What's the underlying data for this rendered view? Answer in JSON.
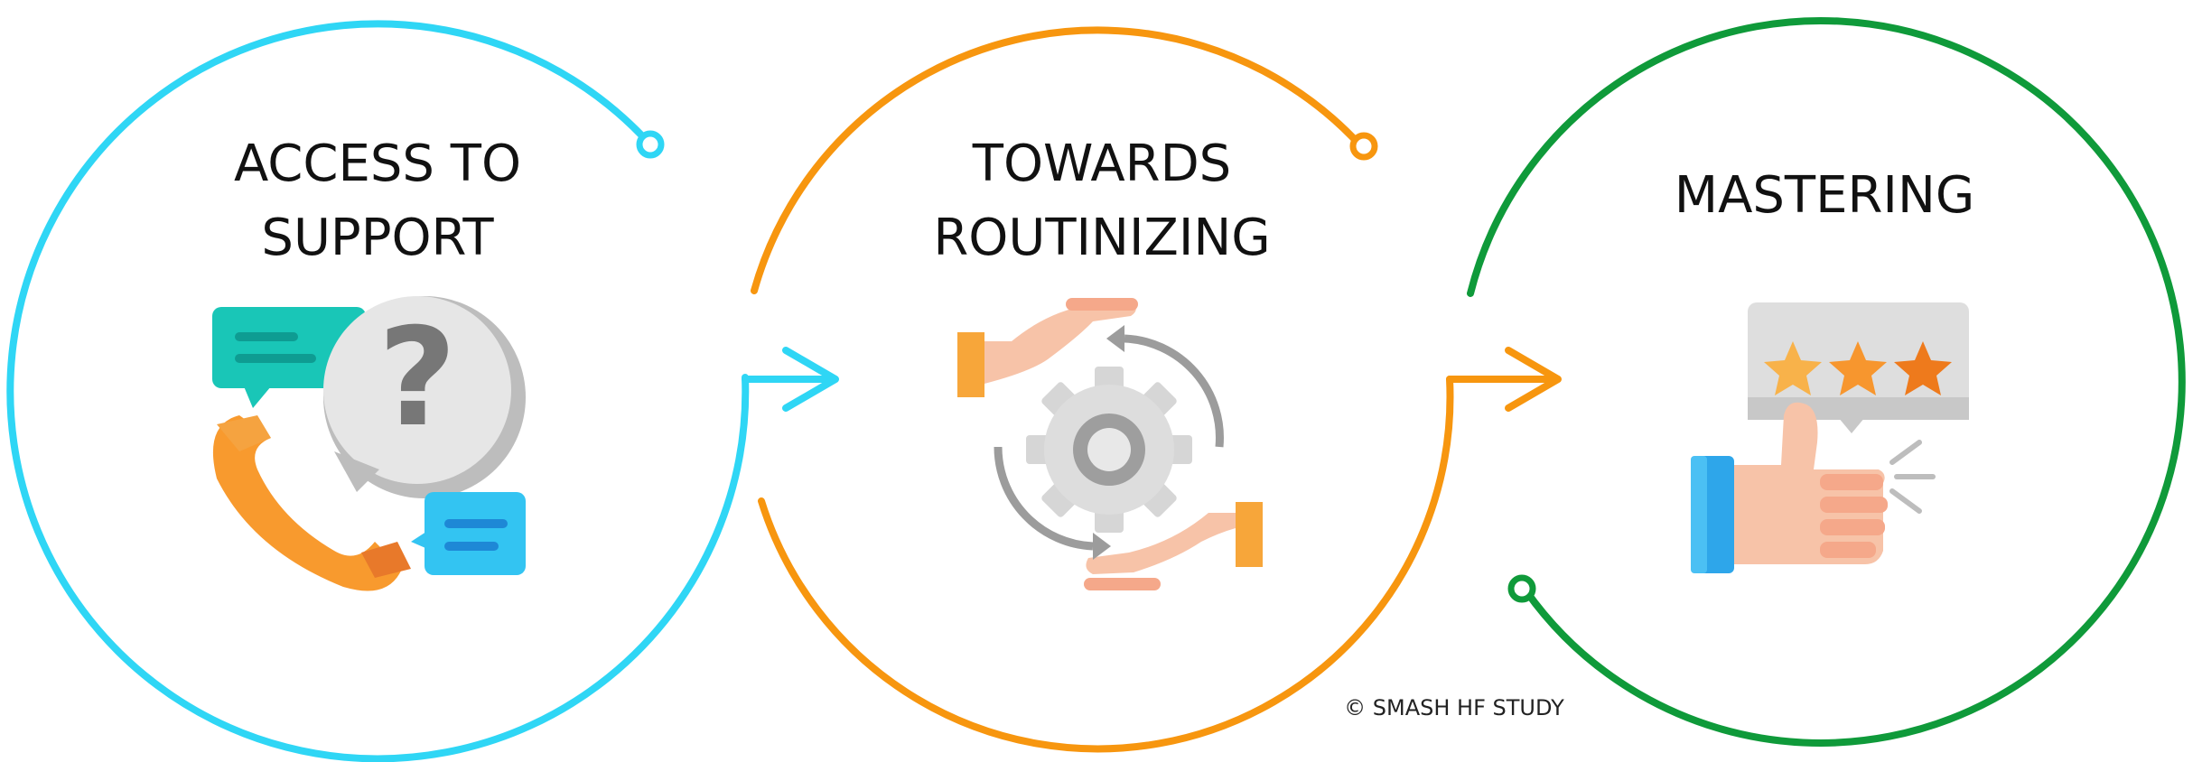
{
  "stages": [
    {
      "title_line1": "ACCESS TO",
      "title_line2": "SUPPORT",
      "color": "#2FD6F5",
      "icon": "support-call-icon"
    },
    {
      "title_line1": "TOWARDS",
      "title_line2": "ROUTINIZING",
      "color": "#F7960F",
      "icon": "routine-gear-hands-icon"
    },
    {
      "title_line1": "MASTERING",
      "title_line2": "",
      "color": "#0F9A3A",
      "icon": "thumbs-up-rating-icon"
    }
  ],
  "copyright": "© SMASH HF STUDY"
}
